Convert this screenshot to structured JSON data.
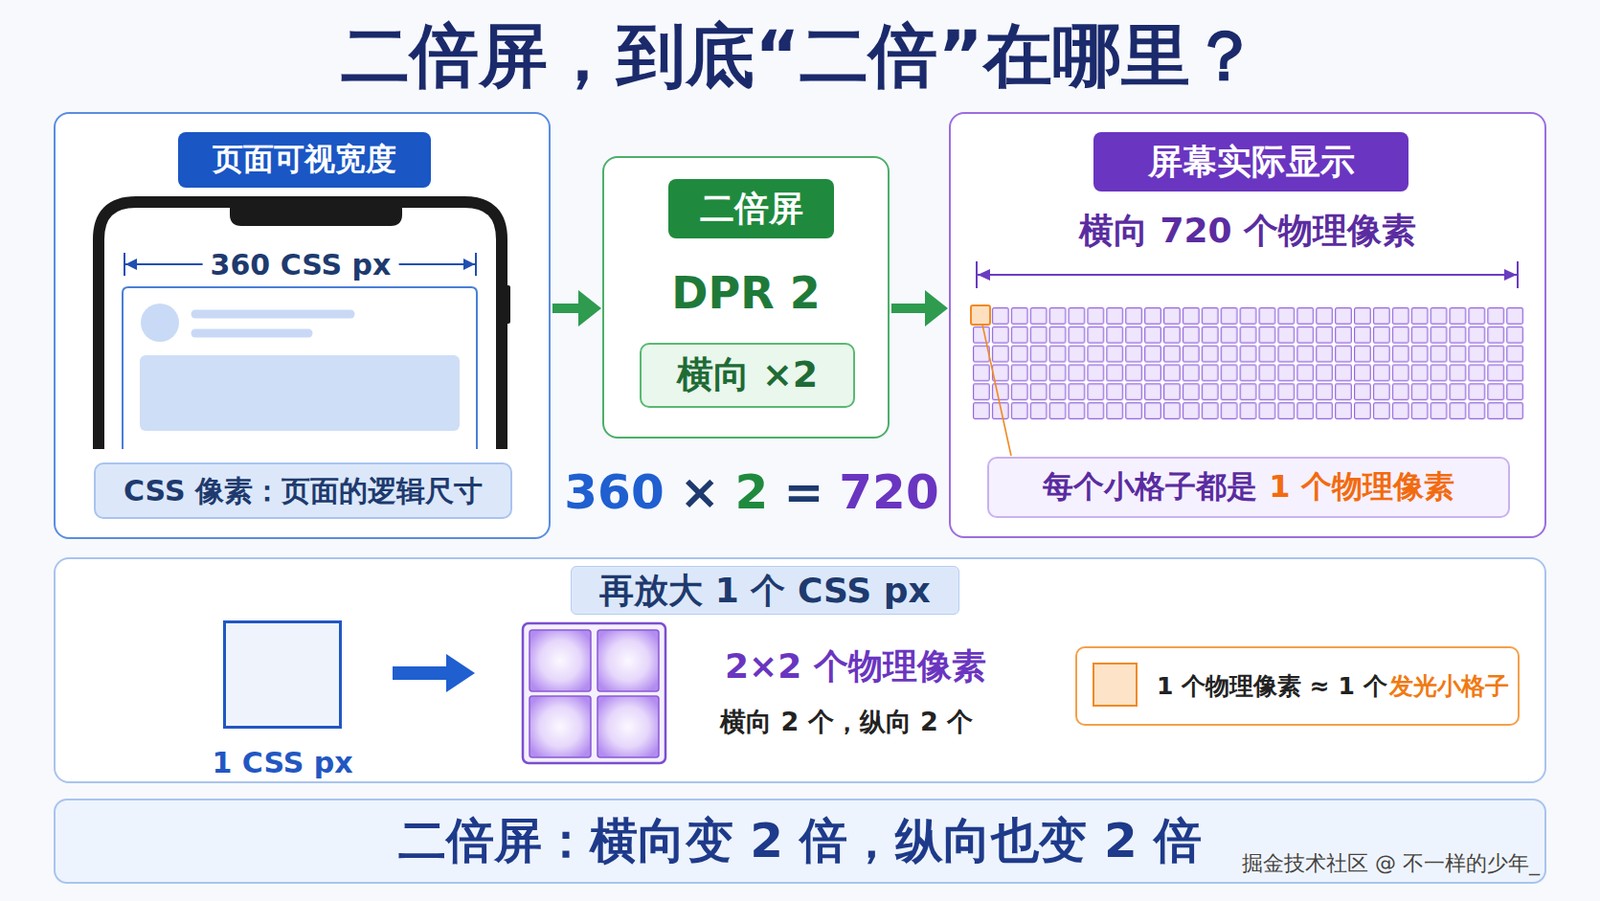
{
  "diagram": {
    "title": "二倍屏，到底“二倍”在哪里？",
    "nodes": [
      {
        "text": [
          "页面可视宽度"
        ]
      },
      {
        "text": [
          "CSS 像素：页面的逻辑尺寸"
        ],
        "in": 0
      },
      {
        "text": [
          "二倍屏",
          "DPR 2"
        ]
      },
      {
        "text": [
          "横向 ×2"
        ],
        "in": 2
      },
      {
        "text": [
          "屏幕实际显示",
          "横向 720 个物理像素"
        ]
      },
      {
        "text": [
          "每个小格子都是",
          "1 个物理像素"
        ],
        "in": 4
      },
      {
        "text": [
          "再放大 1 个 CSS px"
        ]
      },
      {
        "text": [
          "1 CSS px"
        ],
        "in": 6
      },
      {
        "text": [
          "1 个物理像素 ≈ 1 个",
          "发光小格子"
        ],
        "in": 6
      },
      {
        "text": [
          "二倍屏：横向变 2 倍，纵向也变 2 倍"
        ]
      }
    ],
    "edges": [
      {
        "from": 0,
        "to": 2,
        "arrow": "to"
      },
      {
        "from": 2,
        "to": 4,
        "arrow": "to"
      }
    ],
    "labels": [
      "360 CSS px",
      "360",
      "×",
      "2",
      "=",
      "720",
      "2×2 个物理像素",
      "横向 2 个，纵向 2 个",
      "掘金技术社区 @ 不一样的少年_"
    ]
  }
}
